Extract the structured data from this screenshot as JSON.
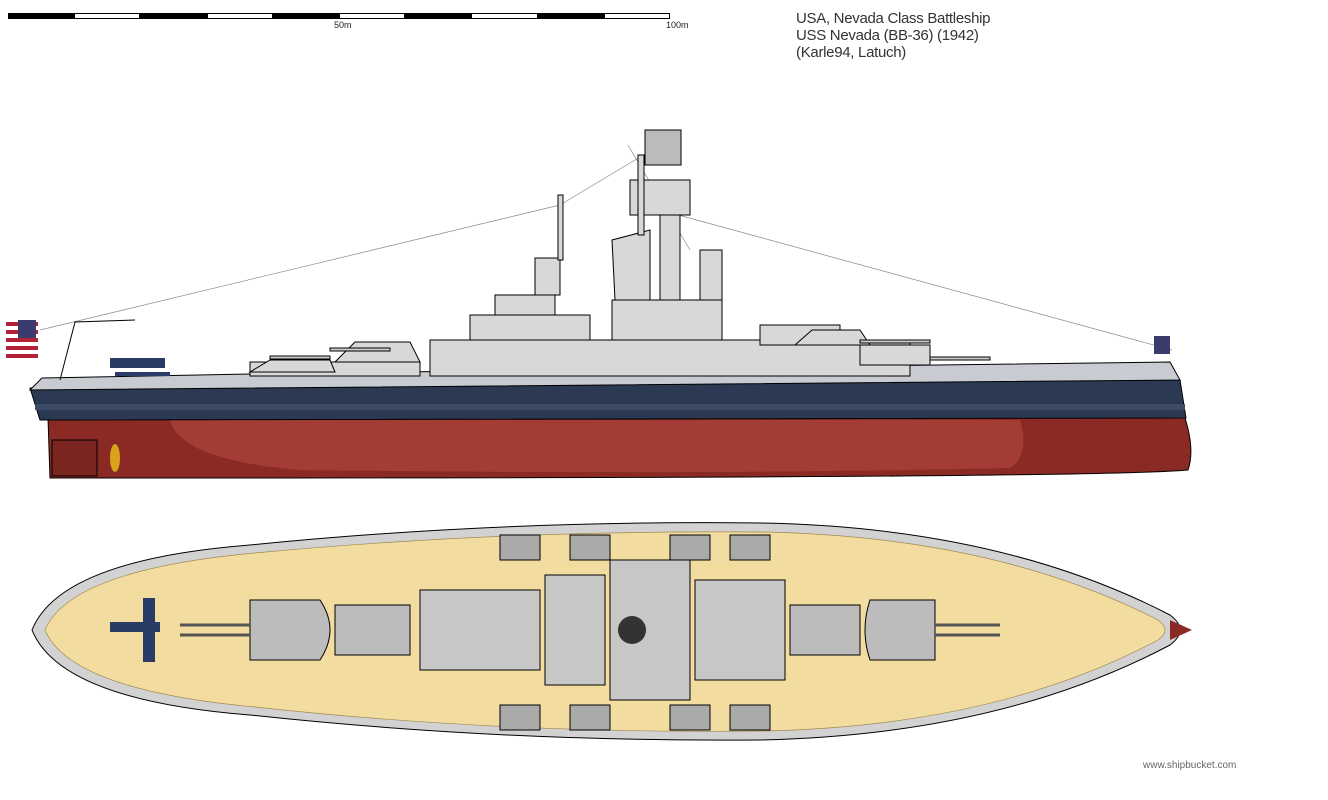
{
  "scale_bar": {
    "label_mid": "50m",
    "label_end": "100m",
    "segments": 10
  },
  "title": {
    "line1": "USA, Nevada Class Battleship",
    "line2": "USS Nevada (BB-36) (1942)",
    "line3": "(Karle94, Latuch)"
  },
  "credit": "www.shipbucket.com",
  "colors": {
    "hull_red": "#8b2a25",
    "boot_blue": "#2b3a52",
    "superstructure": "#d8d8d8",
    "deck": "#f3dca0",
    "outline": "#000000"
  }
}
